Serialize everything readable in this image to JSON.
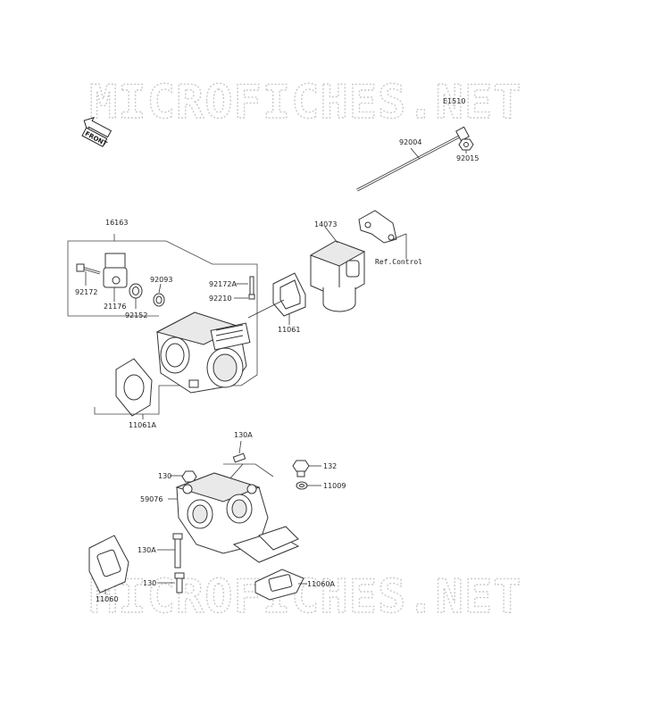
{
  "watermark": {
    "top": "MICROFICHES.NET",
    "bottom": "MICROFICHES.NET"
  },
  "diagram_code": "E1510",
  "front_badge": "FRONT",
  "callouts": {
    "c92004": "92004",
    "c92015": "92015",
    "c14073": "14073",
    "c16163": "16163",
    "ref_control": "Ref.Control",
    "c92093": "92093",
    "c92172A": "92172A",
    "c92210": "92210",
    "c92172": "92172",
    "c21176": "21176",
    "c92152": "92152",
    "c11061": "11061",
    "c11061A": "11061A",
    "c130A_top": "130A",
    "c130_top": "130",
    "c132": "132",
    "c11009": "11009",
    "c59076": "59076",
    "c130A_mid": "130A",
    "c130_bot": "130",
    "c11060": "11060",
    "c11060A": "11060A"
  }
}
